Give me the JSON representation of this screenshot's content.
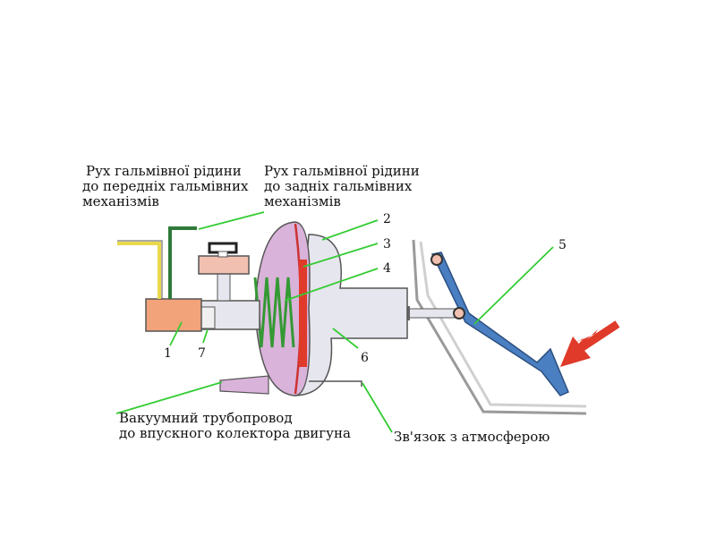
{
  "labels": {
    "front_fluid": [
      "Рух гальмівної рідини",
      "до передніх гальмівних",
      "механізмів"
    ],
    "rear_fluid": [
      "Рух гальмівної рідини",
      "до задніх гальмівних",
      "механізмів"
    ],
    "vacuum": [
      "Вакуумний трубопровод",
      "до впускного колектора двигуна"
    ],
    "atmosphere": "Зв'язок з атмосферою"
  },
  "numbers": {
    "n1": "1",
    "n2": "2",
    "n3": "3",
    "n4": "4",
    "n5": "5",
    "n6": "6",
    "n7": "7"
  },
  "colors": {
    "leader_line": "#33cc33",
    "booster_body": "#d9b3d9",
    "diaphragm": "#cc3333",
    "spring": "#339933",
    "master_cylinder": "#f2a37a",
    "reservoir": "#f2c0b0",
    "pedal": "#4a7fc1",
    "arrow": "#e03a2a",
    "front_pipe": "#e8d84a",
    "rear_pipe": "#2f7a3a"
  }
}
